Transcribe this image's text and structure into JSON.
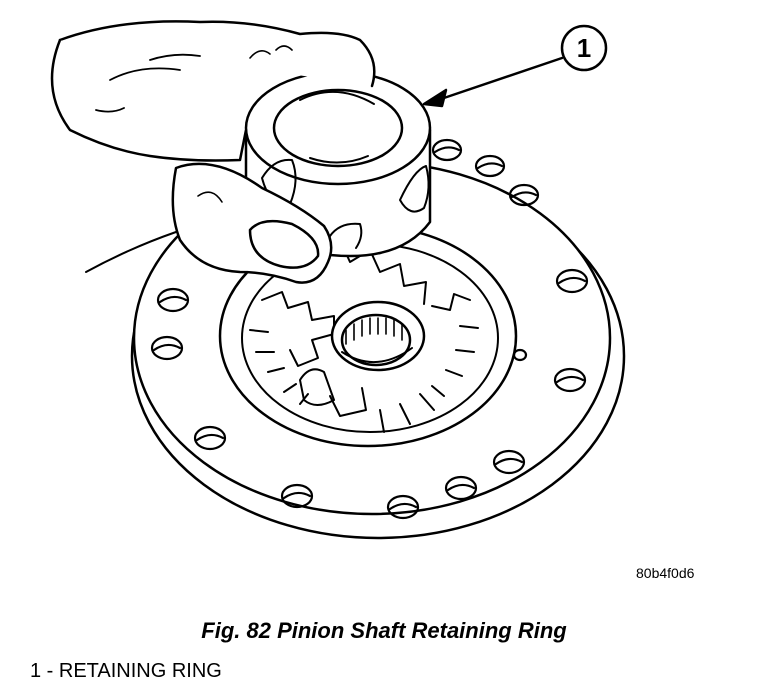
{
  "figure": {
    "callout_number": "1",
    "reference_code": "80b4f0d6",
    "caption": "Fig. 82 Pinion Shaft Retaining Ring",
    "legend": [
      {
        "text": "1 - RETAINING RING"
      }
    ]
  }
}
